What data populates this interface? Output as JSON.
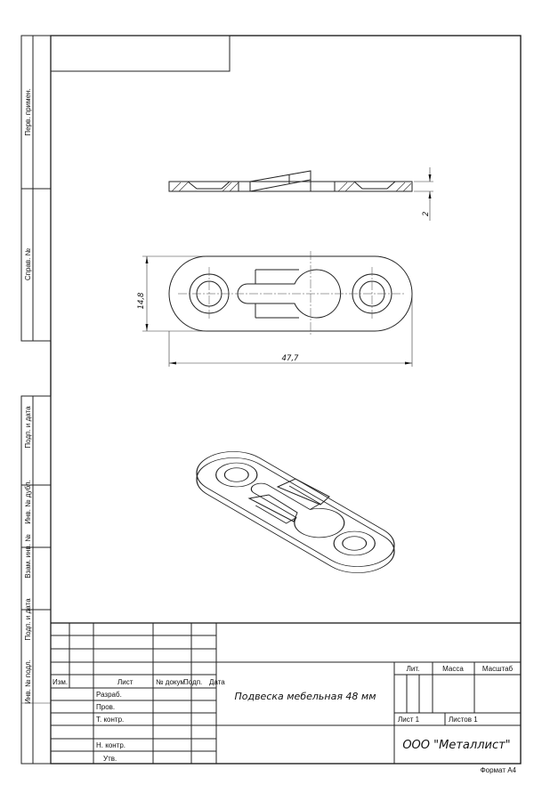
{
  "side_strip": {
    "perv_primen": "Перв. примен.",
    "sprav_no": "Справ. №",
    "podp_data_1": "Подп. и дата",
    "inv_dubl": "Инв. № дубл.",
    "vzam_inv": "Взам. инв. №",
    "podp_data_2": "Подп. и дата",
    "inv_podl": "Инв. № подл."
  },
  "dimensions": {
    "thickness": "2",
    "height": "14,8",
    "length": "47,7"
  },
  "title_block": {
    "izm": "Изм.",
    "list": "Лист",
    "no_dokum": "№ докум.",
    "podp": "Подп.",
    "data": "Дата",
    "razrab": "Разраб.",
    "prov": "Пров.",
    "t_kontr": "Т. контр.",
    "n_kontr": "Н. контр.",
    "utv": "Утв.",
    "title": "Подвеска мебельная 48 мм",
    "lit": "Лит.",
    "massa": "Масса",
    "masshtab": "Масштаб",
    "sheet": "Лист 1",
    "sheets": "Листов 1",
    "company": "ООО \"Металлист\""
  },
  "format": "Формат А4"
}
